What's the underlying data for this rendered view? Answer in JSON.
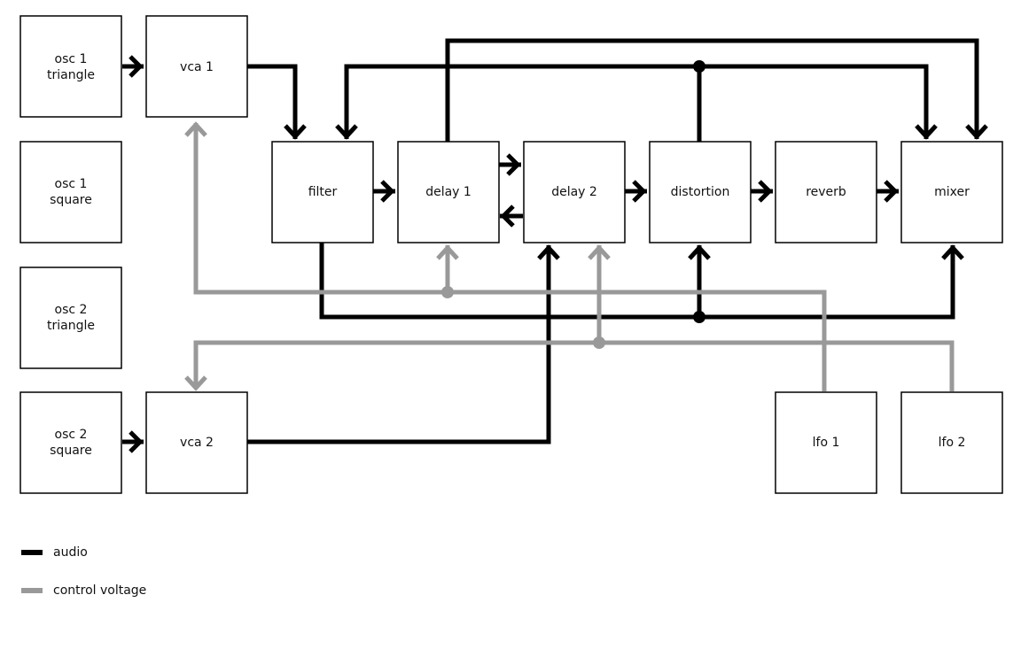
{
  "modules": {
    "osc1_triangle": [
      "osc 1",
      "triangle"
    ],
    "osc1_square": [
      "osc 1",
      "square"
    ],
    "osc2_triangle": [
      "osc 2",
      "triangle"
    ],
    "osc2_square": [
      "osc 2",
      "square"
    ],
    "vca1": [
      "vca 1"
    ],
    "vca2": [
      "vca 2"
    ],
    "filter": [
      "filter"
    ],
    "delay1": [
      "delay 1"
    ],
    "delay2": [
      "delay 2"
    ],
    "distortion": [
      "distortion"
    ],
    "reverb": [
      "reverb"
    ],
    "mixer": [
      "mixer"
    ],
    "lfo1": [
      "lfo 1"
    ],
    "lfo2": [
      "lfo 2"
    ]
  },
  "legend": {
    "audio": "audio",
    "control_voltage": "control voltage"
  },
  "colors": {
    "audio": "#000000",
    "control_voltage": "#999999"
  }
}
